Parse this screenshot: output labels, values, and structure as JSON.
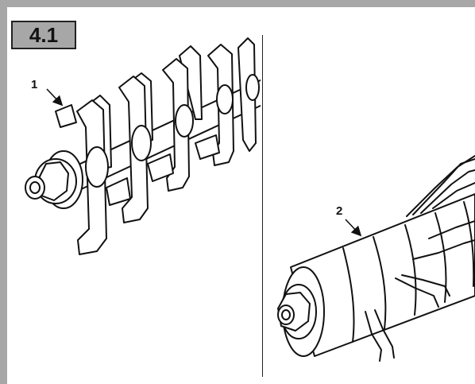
{
  "figure": {
    "number": "4.1"
  },
  "callouts": [
    {
      "label": "1"
    },
    {
      "label": "2"
    }
  ],
  "panels": {
    "left": {
      "illustration": "blade-rotor-icon"
    },
    "right": {
      "illustration": "spring-tine-rotor-icon"
    }
  },
  "colors": {
    "frame": "#a7a7a7",
    "ink": "#111111",
    "paper": "#ffffff"
  }
}
